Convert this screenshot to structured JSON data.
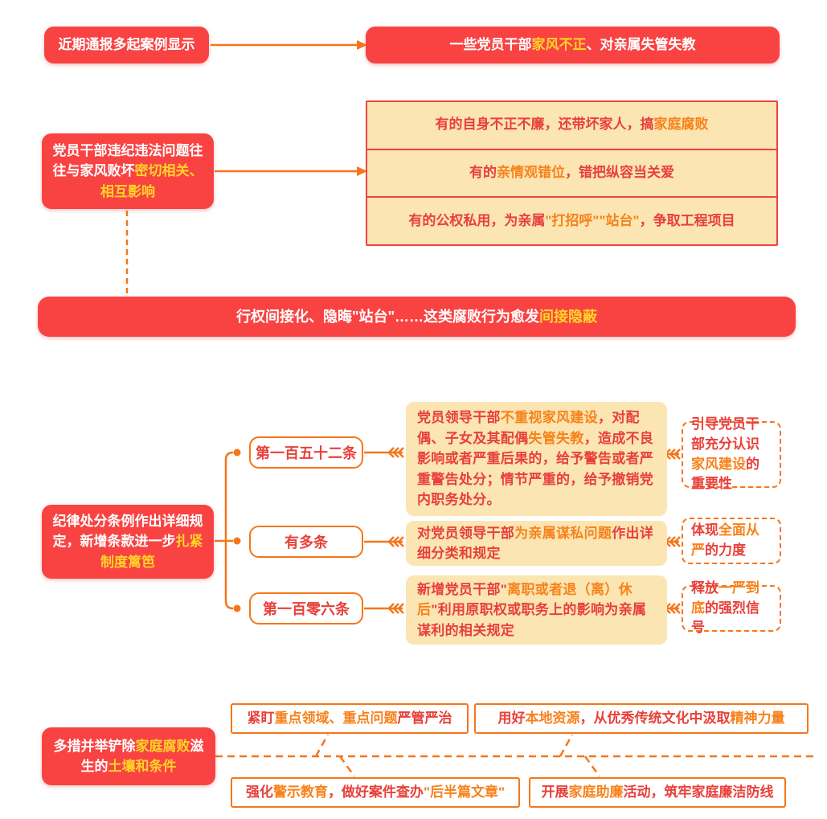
{
  "palette": {
    "red_box_bg": "#F94343",
    "yellow_highlight": "#FFD428",
    "orange_highlight": "#F7821B",
    "red_text": "#E8403A",
    "cream_bg": "#FBE5B2",
    "line_orange": "#F5761A",
    "cream_border_red": "#F04240"
  },
  "section1": {
    "left": [
      {
        "t": "近期通报多起案例显示",
        "c": "w"
      }
    ],
    "right": [
      {
        "t": "一些党员干部",
        "c": "w"
      },
      {
        "t": "家风不正",
        "c": "y"
      },
      {
        "t": "、对亲属失管失教",
        "c": "w"
      }
    ]
  },
  "section2": {
    "left": [
      {
        "t": "党员干部违纪违法问题往往与家风败坏",
        "c": "w"
      },
      {
        "t": "密切相关、相互影响",
        "c": "y"
      }
    ],
    "rows": [
      [
        {
          "t": "有的自身不正不廉，还带坏家人，搞",
          "c": "r"
        },
        {
          "t": "家庭腐败",
          "c": "o"
        }
      ],
      [
        {
          "t": "有的",
          "c": "r"
        },
        {
          "t": "亲情观错位",
          "c": "o"
        },
        {
          "t": "，错把纵容当关爱",
          "c": "r"
        }
      ],
      [
        {
          "t": "有的公权私用，为亲属",
          "c": "r"
        },
        {
          "t": "\"打招呼\"\"站台\"",
          "c": "o"
        },
        {
          "t": "，争取工程项目",
          "c": "r"
        }
      ]
    ]
  },
  "section3": {
    "band": [
      {
        "t": "行权间接化、隐晦\"站台\"……这类腐败行为愈发",
        "c": "w"
      },
      {
        "t": "间接隐蔽",
        "c": "y"
      }
    ]
  },
  "section4": {
    "left": [
      {
        "t": "纪律处分条例作出详细规定，新增条款进一步",
        "c": "w"
      },
      {
        "t": "扎紧制度篱笆",
        "c": "y"
      }
    ],
    "items": [
      {
        "label": "第一百五十二条",
        "body": [
          {
            "t": "党员领导干部",
            "c": "r"
          },
          {
            "t": "不重视家风建设",
            "c": "o"
          },
          {
            "t": "，对配偶、子女及其配偶",
            "c": "r"
          },
          {
            "t": "失管失教",
            "c": "o"
          },
          {
            "t": "，造成不良影响或者严重后果的，给予警告或者严重警告处分；情节严重的，给予撤销党内职务处分。",
            "c": "r"
          }
        ],
        "note": [
          {
            "t": "引导党员干部充分认识",
            "c": "r"
          },
          {
            "t": "家风建设",
            "c": "o"
          },
          {
            "t": "的重要性",
            "c": "r"
          }
        ]
      },
      {
        "label": "有多条",
        "body": [
          {
            "t": "对党员领导干部",
            "c": "r"
          },
          {
            "t": "为亲属谋私问题",
            "c": "o"
          },
          {
            "t": "作出详细分类和规定",
            "c": "r"
          }
        ],
        "note": [
          {
            "t": "体现",
            "c": "r"
          },
          {
            "t": "全面从严",
            "c": "o"
          },
          {
            "t": "的力度",
            "c": "r"
          }
        ]
      },
      {
        "label": "第一百零六条",
        "body": [
          {
            "t": "新增党员干部\"",
            "c": "r"
          },
          {
            "t": "离职或者退（离）休后",
            "c": "o"
          },
          {
            "t": "\"利用原职权或职务上的影响为亲属谋利的相关规定",
            "c": "r"
          }
        ],
        "note": [
          {
            "t": "释放",
            "c": "r"
          },
          {
            "t": "一严到底",
            "c": "o"
          },
          {
            "t": "的强烈信号",
            "c": "r"
          }
        ]
      }
    ]
  },
  "section5": {
    "left": [
      {
        "t": "多措并举铲除",
        "c": "w"
      },
      {
        "t": "家庭腐败",
        "c": "y"
      },
      {
        "t": "滋生的",
        "c": "w"
      },
      {
        "t": "土壤和条件",
        "c": "y"
      }
    ],
    "boxes": [
      [
        {
          "t": "紧盯",
          "c": "r"
        },
        {
          "t": "重点领域、重点问题",
          "c": "o"
        },
        {
          "t": "严管严治",
          "c": "r"
        }
      ],
      [
        {
          "t": "用好",
          "c": "r"
        },
        {
          "t": "本地资源",
          "c": "o"
        },
        {
          "t": "，从优秀传统文化中汲取",
          "c": "r"
        },
        {
          "t": "精神力量",
          "c": "o"
        }
      ],
      [
        {
          "t": "强化",
          "c": "r"
        },
        {
          "t": "警示教育",
          "c": "o"
        },
        {
          "t": "，做好案件查办",
          "c": "r"
        },
        {
          "t": "\"后半篇文章\"",
          "c": "o"
        }
      ],
      [
        {
          "t": "开展",
          "c": "r"
        },
        {
          "t": "家庭助廉",
          "c": "o"
        },
        {
          "t": "活动，筑牢家庭廉洁防线",
          "c": "r"
        }
      ]
    ]
  }
}
